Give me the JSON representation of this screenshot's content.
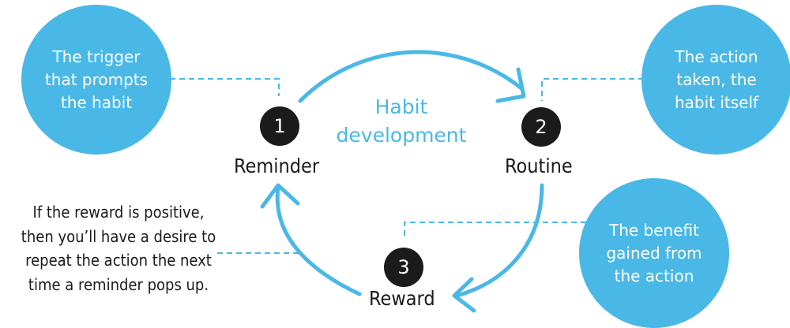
{
  "title": [
    "Habit",
    "development"
  ],
  "steps": [
    {
      "number": "1",
      "label": "Reminder",
      "description": [
        "The trigger",
        "that prompts",
        "the habit"
      ]
    },
    {
      "number": "2",
      "label": "Routine",
      "description": [
        "The action",
        "taken, the",
        "habit itself"
      ]
    },
    {
      "number": "3",
      "label": "Reward",
      "description": [
        "The benefit",
        "gained from",
        "the action"
      ]
    }
  ],
  "note": [
    "If the reward is positive,",
    "then you’ll have a desire to",
    "repeat the action the next",
    "time a reminder pops up."
  ],
  "colors": {
    "accent": "#4ab8e6",
    "dark": "#1b1b1b",
    "background": "#ffffff"
  }
}
